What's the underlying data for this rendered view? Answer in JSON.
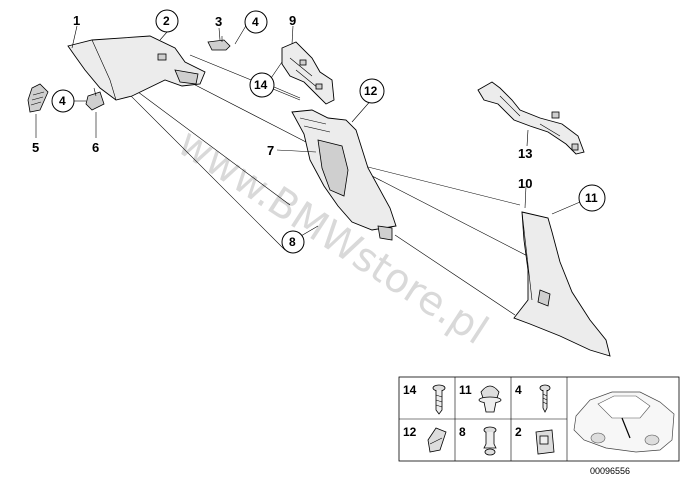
{
  "diagram": {
    "callouts": {
      "c1": "1",
      "c2": "2",
      "c3": "3",
      "c4a": "4",
      "c4b": "4",
      "c5": "5",
      "c6": "6",
      "c7": "7",
      "c8": "8",
      "c9": "9",
      "c10": "10",
      "c11": "11",
      "c12": "12",
      "c13": "13",
      "c14": "14"
    },
    "watermark": "www.BMWstore.pl",
    "legend": {
      "cells": [
        "14",
        "11",
        "4",
        "12",
        "8",
        "2"
      ]
    },
    "ref_number": "00096556"
  }
}
